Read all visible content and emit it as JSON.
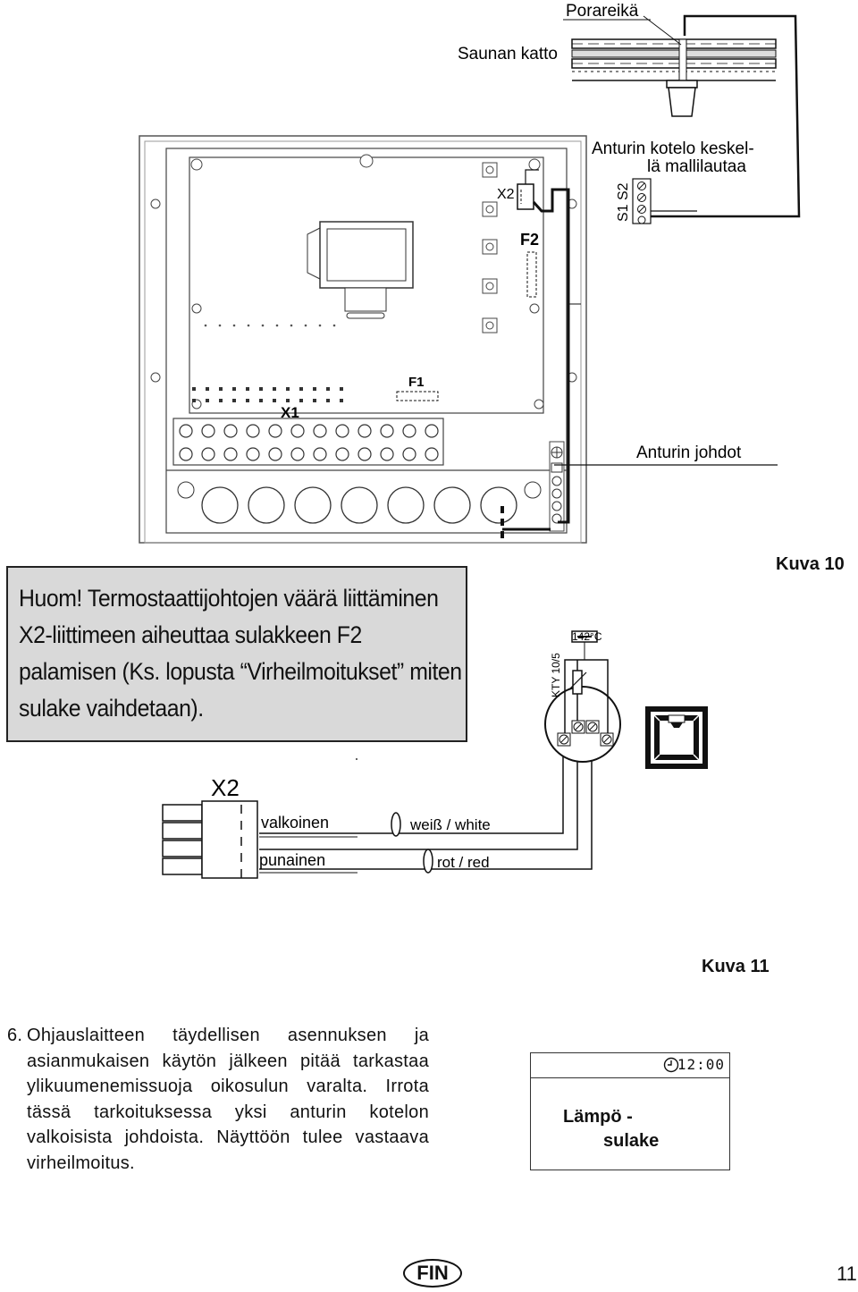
{
  "figure10": {
    "label_porareika": "Porareikä",
    "label_saunan_katto": "Saunan katto",
    "label_anturin_kotelo_1": "Anturin kotelo keskel-",
    "label_anturin_kotelo_2": "lä mallilautaa",
    "label_x2": "X2",
    "label_f2": "F2",
    "label_f1": "F1",
    "label_x1": "X1",
    "label_s1s2": "S1 S2",
    "label_anturin_johdot": "Anturin johdot",
    "caption": "Kuva 10"
  },
  "note": {
    "text": "Huom! Termostaattijohtojen väärä liittäminen X2-liittimeen aiheuttaa sulakkeen F2 palamisen (Ks. lopusta “Virheilmoitukset” miten sulake vaihdetaan)."
  },
  "figure11": {
    "label_x2": "X2",
    "label_valkoinen": "valkoinen",
    "label_punainen": "punainen",
    "label_weiss": "weiß / white",
    "label_rot": "rot / red",
    "label_kty": "KTY 10/5",
    "label_temp": "142°C",
    "caption": "Kuva 11"
  },
  "step6": {
    "number": "6.",
    "text": "Ohjauslaitteen täydellisen asennuksen ja asianmukaisen käytön jälkeen pitää tarkastaa ylikuumenemissuoja oikosulun varalta. Irrota tässä tarkoituksessa yksi anturin kotelon valkoisista johdoista. Näyttöön tulee vastaava virheilmoitus."
  },
  "display": {
    "time": "12:00",
    "label_line1": "Lämpö -",
    "label_line2": "sulake",
    "icon": "clock-icon"
  },
  "footer": {
    "language": "FIN",
    "page_number": "11"
  }
}
